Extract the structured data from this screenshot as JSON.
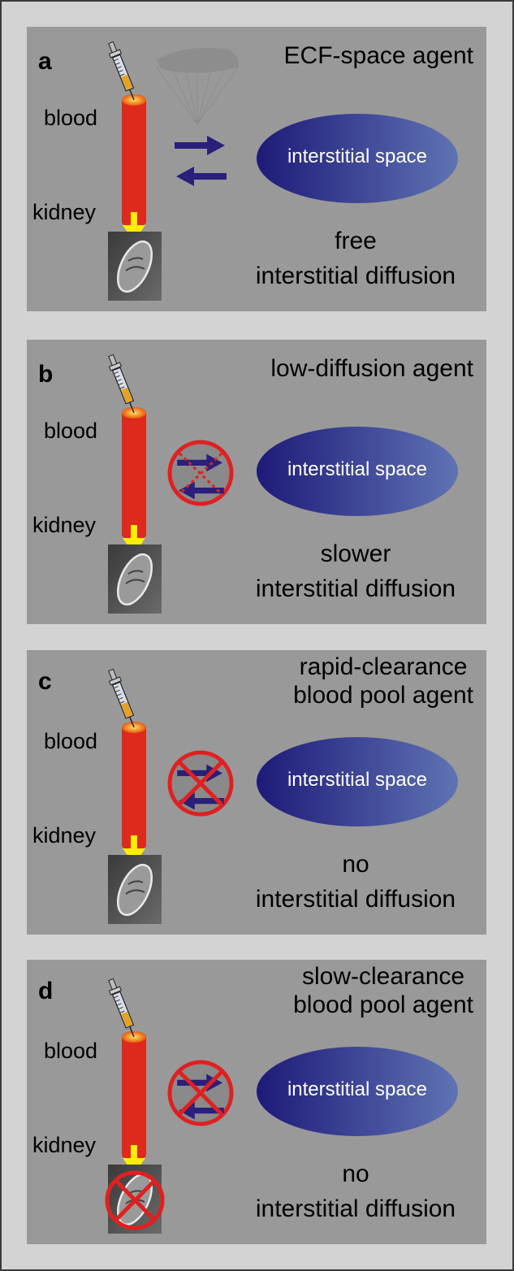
{
  "figure": {
    "panels": [
      {
        "id": "a",
        "letter": "a",
        "title_lines": [
          "ECF-space agent"
        ],
        "blood_label": "blood",
        "kidney_label": "kidney",
        "compartment_label": "interstitial space",
        "diffusion_lines": [
          "free",
          "interstitial diffusion"
        ],
        "exchange_state": "open",
        "kidney_clearance": "allowed",
        "has_diffusion_cone": true
      },
      {
        "id": "b",
        "letter": "b",
        "title_lines": [
          "low-diffusion agent"
        ],
        "blood_label": "blood",
        "kidney_label": "kidney",
        "compartment_label": "interstitial space",
        "diffusion_lines": [
          "slower",
          "interstitial diffusion"
        ],
        "exchange_state": "partially-blocked",
        "kidney_clearance": "allowed",
        "has_diffusion_cone": false
      },
      {
        "id": "c",
        "letter": "c",
        "title_lines": [
          "rapid-clearance",
          "blood pool agent"
        ],
        "blood_label": "blood",
        "kidney_label": "kidney",
        "compartment_label": "interstitial space",
        "diffusion_lines": [
          "no",
          "interstitial diffusion"
        ],
        "exchange_state": "blocked",
        "kidney_clearance": "allowed",
        "has_diffusion_cone": false
      },
      {
        "id": "d",
        "letter": "d",
        "title_lines": [
          "slow-clearance",
          "blood pool agent"
        ],
        "blood_label": "blood",
        "kidney_label": "kidney",
        "compartment_label": "interstitial space",
        "diffusion_lines": [
          "no",
          "interstitial diffusion"
        ],
        "exchange_state": "blocked",
        "kidney_clearance": "blocked",
        "has_diffusion_cone": false
      }
    ],
    "colors": {
      "blood_vessel": "#dd2a1c",
      "clearance_arrow": "#ffee00",
      "exchange_arrow": "#2a1f7a",
      "prohibition": "#e02020",
      "compartment_dark": "#1e1a78",
      "compartment_light": "#5f73b4",
      "panel_bg": "#999999",
      "page_bg": "#d3d3d3"
    }
  }
}
